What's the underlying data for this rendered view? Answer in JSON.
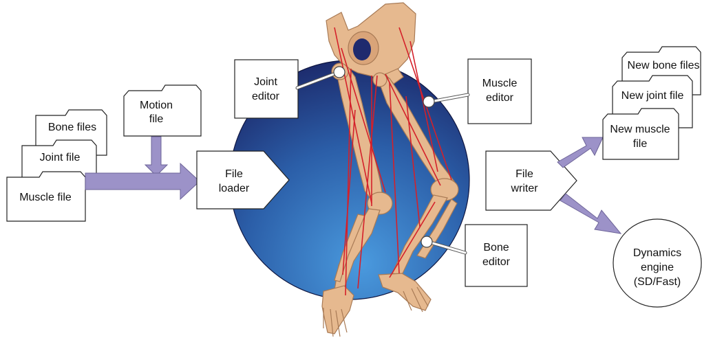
{
  "input_files": {
    "bone": "Bone files",
    "joint": "Joint file",
    "muscle": "Muscle file"
  },
  "motion_file": [
    "Motion",
    "file"
  ],
  "file_loader": [
    "File",
    "loader"
  ],
  "joint_editor": [
    "Joint",
    "editor"
  ],
  "muscle_editor": [
    "Muscle",
    "editor"
  ],
  "bone_editor": [
    "Bone",
    "editor"
  ],
  "file_writer": [
    "File",
    "writer"
  ],
  "output_files": {
    "bone": "New bone files",
    "joint": "New joint file",
    "muscle": [
      "New muscle",
      "file"
    ]
  },
  "dynamics_engine": [
    "Dynamics",
    "engine",
    "(SD/Fast)"
  ],
  "colors": {
    "arrow": "#9c92c8",
    "circle_dark": "#1f2a6e",
    "circle_light": "#3d7cc9",
    "bone": "#e6b98f",
    "muscle": "#d4202a"
  }
}
